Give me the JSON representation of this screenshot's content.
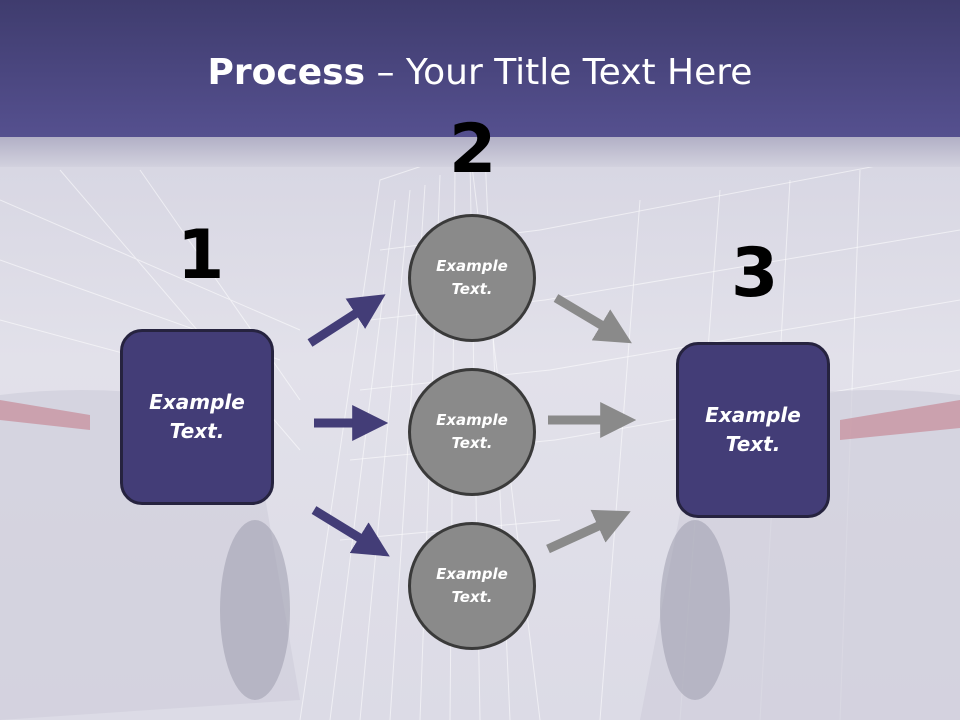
{
  "title": {
    "bold": "Process",
    "rest": " – Your Title Text Here"
  },
  "steps": [
    {
      "number": "1",
      "text": "Example\nText."
    },
    {
      "number": "2",
      "items": [
        "Example\nText.",
        "Example\nText.",
        "Example\nText."
      ]
    },
    {
      "number": "3",
      "text": "Example\nText."
    }
  ],
  "colors": {
    "header": "#4b4784",
    "box": "#433d77",
    "circle": "#8a8a8a",
    "left_arrow": "#433d77",
    "right_arrow": "#8a8a8a"
  }
}
